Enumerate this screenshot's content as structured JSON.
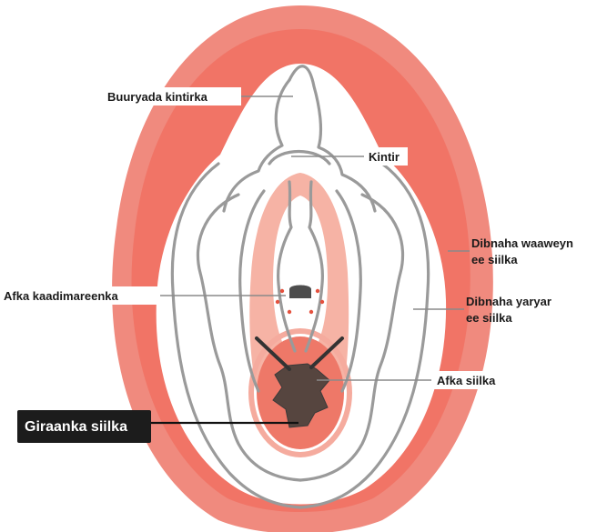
{
  "labels": {
    "clitoral_hood": "Buuryada kintirka",
    "clitoris": "Kintir",
    "urethral_opening": "Afka kaadimareenka",
    "labia_majora_line1": "Dibnaha waaweyn",
    "labia_majora_line2": "ee siilka",
    "labia_minora_line1": "Dibnaha yaryar",
    "labia_minora_line2": "ee siilka",
    "vaginal_opening": "Afka siilka",
    "vaginal_canal": "Giraanka siilka"
  },
  "colors": {
    "outer_skin": "#f1877a",
    "inner_skin": "#f2a092",
    "labia_inner_band": "#f4a898",
    "vestibule_glow": "#f6b4a6",
    "vaginal_area": "#ef7a6c",
    "opening": "#5a4a48",
    "outline": "#9a9a9a",
    "dots": "#e4513e",
    "dark_label_bg": "#1c1c1c"
  }
}
